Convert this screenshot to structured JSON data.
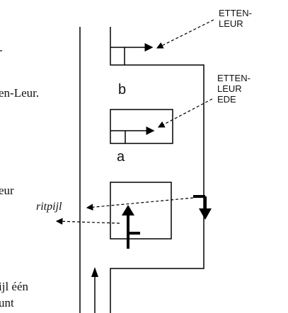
{
  "text_fragments": {
    "frag_1": "-",
    "frag_2": "en-Leur.",
    "frag_3": "eur",
    "frag_4": "ijl één",
    "frag_5": "unt"
  },
  "labels": {
    "etten_leur_top": [
      "ETTEN-",
      "LEUR"
    ],
    "etten_leur_ede": [
      "ETTEN-",
      "LEUR",
      "EDE"
    ],
    "b": "b",
    "a": "a",
    "ritpijl": "ritpijl"
  }
}
